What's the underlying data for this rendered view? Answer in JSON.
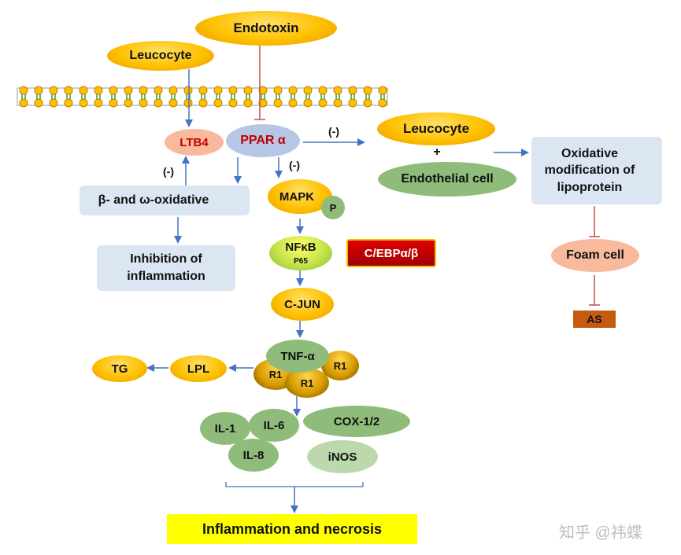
{
  "nodes": {
    "endotoxin": "Endotoxin",
    "leucocyte_top": "Leucocyte",
    "ltb4": "LTB4",
    "ppar": "PPAR α",
    "leucocyte_right": "Leucocyte",
    "plus": "+",
    "endothelial": "Endothelial cell",
    "oxidative_mod": "Oxidative modification of lipoprotein",
    "beta_omega": "β- and ω-oxidative",
    "inhibition": "Inhibition of inflammation",
    "mapk": "MAPK",
    "p": "P",
    "nfkb": "NFκB",
    "p65": "P65",
    "cebp": "C/EBPα/β",
    "cjun": "C-JUN",
    "tnf": "TNF-α",
    "r1_a": "R1",
    "r1_b": "R1",
    "r1_c": "R1",
    "lpl": "LPL",
    "tg": "TG",
    "foam": "Foam cell",
    "as": "AS",
    "il1": "IL-1",
    "il6": "IL-6",
    "il8": "IL-8",
    "cox": "COX-1/2",
    "inos": "iNOS",
    "outcome": "Inflammation and necrosis"
  },
  "inhibit_labels": {
    "ltb4_to_bo": "(-)",
    "ppar_to_leucocyte": "(-)",
    "ppar_to_mapk": "(-)"
  },
  "watermark": "知乎 @祎蝶",
  "colors": {
    "arrow": "#4472c4",
    "inhibit": "#c0504d",
    "up_arrow": "#c00000",
    "ppar_text": "#c00000",
    "ltb4_text": "#c00000",
    "cebp_bg": "#c00000",
    "outcome_bg": "#ffff00"
  }
}
